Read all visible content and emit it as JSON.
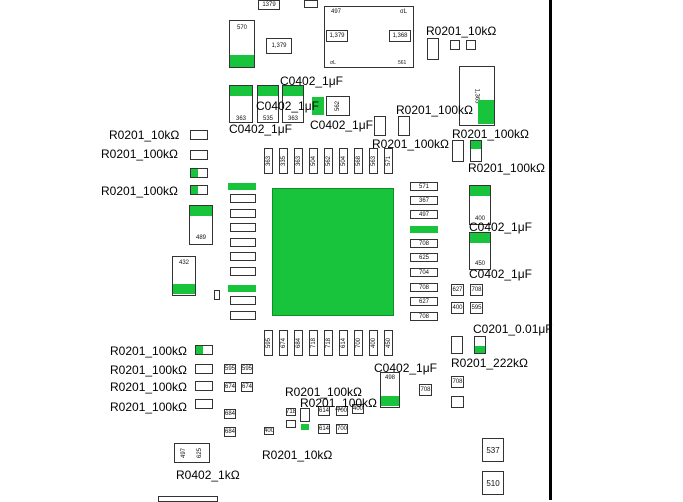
{
  "board": {
    "top_labels": [
      "1379",
      "497",
      "σL",
      "1,379",
      "1,368",
      "σL",
      "561",
      "570",
      "1,379",
      "1,365"
    ],
    "annotations": [
      "R0201_10kΩ",
      "C0402_1μF",
      "C0402_1μF",
      "C0402_1μF",
      "C0402_1μF",
      "R0201_10kΩ",
      "R0201_100kΩ",
      "R0201_100kΩ",
      "R0201_100kΩ",
      "R0201_100kΩ",
      "R0201_100kΩ",
      "R0201_100kΩ",
      "C0402_1μF",
      "C0402_1μF",
      "C0201_0.01μF",
      "R0201_100kΩ",
      "R0201_100kΩ",
      "R0201_100kΩ",
      "R0201_222kΩ",
      "R0201_100kΩ",
      "C0402_1μF",
      "R0201_100kΩ",
      "R0201_10kΩ",
      "R0402_1kΩ"
    ],
    "small_parts": [
      "363",
      "535",
      "363",
      "562",
      "537",
      "537",
      "574",
      "489",
      "432",
      "537",
      "510",
      "721",
      "489",
      "432",
      "571",
      "367",
      "497",
      "708",
      "708",
      "625",
      "704",
      "708",
      "627",
      "708",
      "363",
      "335",
      "363",
      "504",
      "562",
      "504",
      "568",
      "563",
      "571",
      "595",
      "674",
      "684",
      "718",
      "718",
      "614",
      "700",
      "400",
      "450",
      "595",
      "595",
      "674",
      "674",
      "684",
      "684",
      "400",
      "718",
      "614",
      "700",
      "614",
      "700",
      "400",
      "450",
      "450",
      "708",
      "708",
      "627",
      "708",
      "400",
      "595",
      "498",
      "537",
      "510",
      "497",
      "625",
      "400",
      "450"
    ]
  }
}
